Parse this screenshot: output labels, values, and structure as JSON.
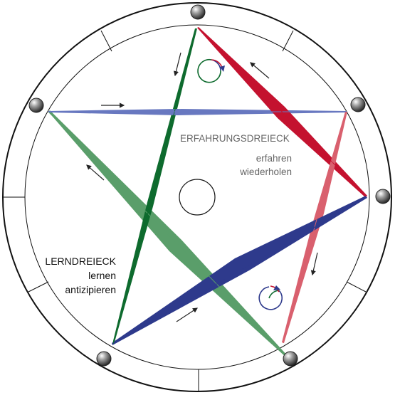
{
  "labels": {
    "erfahrungsdreieck": {
      "title": "ERFAHRUNGSDREIECK",
      "line1": "erfahren",
      "line2": "wiederholen"
    },
    "lerndreieck": {
      "title": "LERNDREIECK",
      "line1": "lernen",
      "line2": "antizipieren"
    }
  },
  "colors": {
    "red": "#c4122f",
    "pink": "#d9606e",
    "blue": "#2e3a8c",
    "light_blue": "#6878c0",
    "dark_green": "#0e6b2e",
    "light_green": "#5a9e6a",
    "outline": "#111111"
  }
}
